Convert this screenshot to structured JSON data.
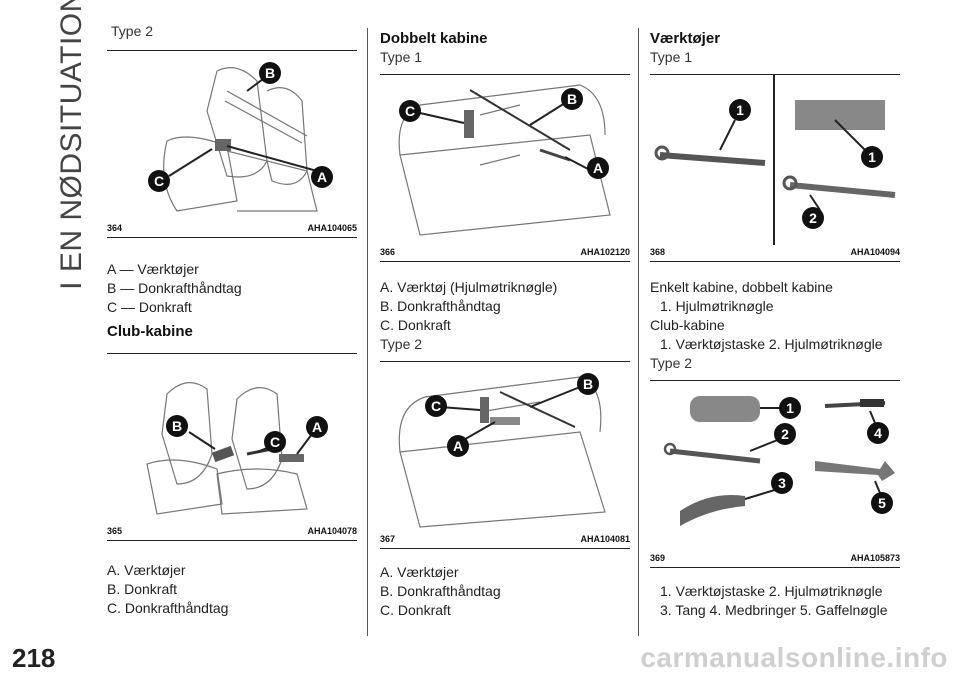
{
  "sidebar": {
    "section_title": "I EN NØDSITUATION"
  },
  "page_number": "218",
  "watermark": "carmanualsonline.info",
  "col1": {
    "type_label": "Type 2",
    "fig364": {
      "num": "364",
      "code": "AHA104065",
      "letters": [
        "A",
        "B",
        "C"
      ]
    },
    "legend364": [
      "A — Værktøjer",
      "B — Donkrafthåndtag",
      "C — Donkraft"
    ],
    "heading": "Club-kabine",
    "fig365": {
      "num": "365",
      "code": "AHA104078",
      "letters": [
        "A",
        "B",
        "C"
      ]
    },
    "legend365": [
      "A. Værktøjer",
      "B. Donkraft",
      "C. Donkrafthåndtag"
    ]
  },
  "col2": {
    "heading": "Dobbelt kabine",
    "type1_label": "Type 1",
    "fig366": {
      "num": "366",
      "code": "AHA102120",
      "letters": [
        "A",
        "B",
        "C"
      ]
    },
    "legend366": [
      "A. Værktøj (Hjulmøtriknøgle)",
      "B. Donkrafthåndtag",
      "C. Donkraft"
    ],
    "type2_label": "Type 2",
    "fig367": {
      "num": "367",
      "code": "AHA104081",
      "letters": [
        "A",
        "B",
        "C"
      ]
    },
    "legend367": [
      "A. Værktøjer",
      "B. Donkrafthåndtag",
      "C. Donkraft"
    ]
  },
  "col3": {
    "heading": "Værktøjer",
    "type1_label": "Type 1",
    "fig368": {
      "num": "368",
      "code": "AHA104094",
      "numbers": [
        "1",
        "1",
        "2"
      ]
    },
    "line1": "Enkelt kabine, dobbelt kabine",
    "line1b": "1. Hjulmøtriknøgle",
    "line2": "Club-kabine",
    "line2b": "1. Værktøjstaske  2. Hjulmøtriknøgle",
    "type2_label": "Type 2",
    "fig369": {
      "num": "369",
      "code": "AHA105873",
      "numbers": [
        "1",
        "2",
        "3",
        "4",
        "5"
      ]
    },
    "legend369a": "1. Værktøjstaske  2. Hjulmøtriknøgle",
    "legend369b": "3. Tang  4. Medbringer  5. Gaffelnøgle"
  }
}
